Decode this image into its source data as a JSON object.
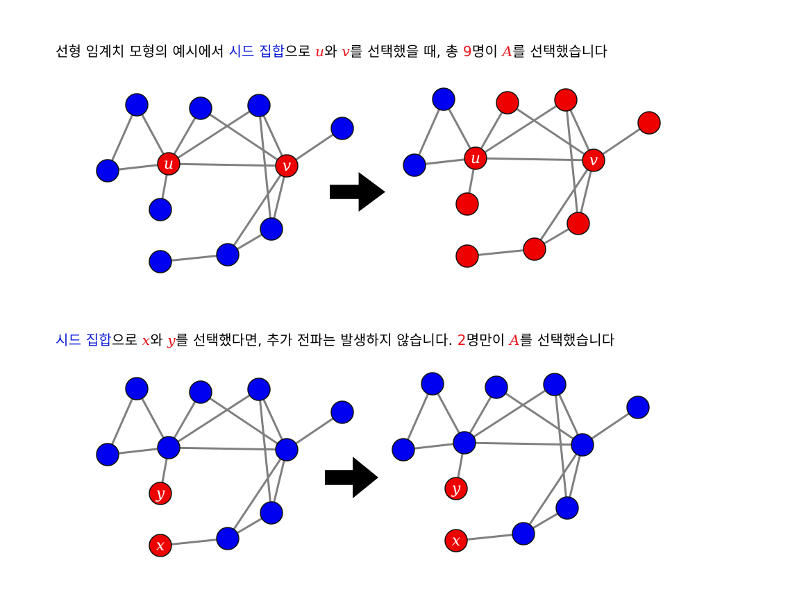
{
  "colors": {
    "edge": "#808080",
    "active": "#ee0000",
    "inactive": "#0000f0",
    "seed_text": "#0a1bd6",
    "arrow": "#000000"
  },
  "top": {
    "caption": {
      "pre": "선형 임계치 모형의 예시에서 ",
      "seed": "시드 집합",
      "mid1": "으로 ",
      "u": "u",
      "mid2": "와 ",
      "v": "v",
      "mid3": "를 선택했을 때, 총 ",
      "count": "9",
      "mid4": "명이 ",
      "a": "A",
      "post": "를 선택했습니다"
    },
    "before": {
      "active": [
        "u",
        "v"
      ],
      "labels": {
        "u": "u",
        "v": "v"
      }
    },
    "after": {
      "active": [
        "n3",
        "n4",
        "u",
        "n5",
        "v",
        "n6",
        "n8",
        "n9",
        "n10"
      ],
      "labels": {
        "u": "u",
        "v": "v"
      }
    }
  },
  "bottom": {
    "caption": {
      "seed": "시드 집합",
      "mid1": "으로 ",
      "x": "x",
      "mid2": "와 ",
      "y": "y",
      "mid3": "를 선택했다면, 추가 전파는 발생하지 않습니다. ",
      "count": "2",
      "mid4": "명만이 ",
      "a": "A",
      "post": "를 선택했습니다"
    },
    "before": {
      "active": [
        "n6",
        "n10"
      ],
      "labels": {
        "n6": "y",
        "n10": "x"
      }
    },
    "after": {
      "active": [
        "n6",
        "n10"
      ],
      "labels": {
        "n6": "y",
        "n10": "x"
      }
    }
  }
}
